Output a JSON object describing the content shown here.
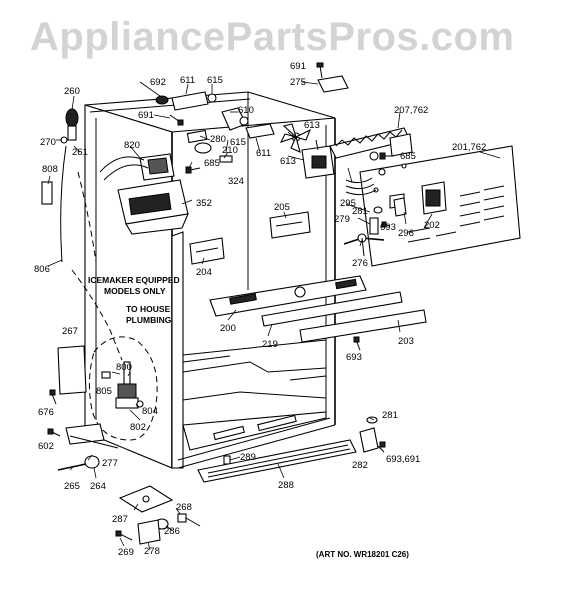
{
  "watermark": "AppliancePartsPros.com",
  "art_number": "(ART NO. WR18201 C26)",
  "notes": {
    "icemaker_line1": "ICEMAKER EQUIPPED",
    "icemaker_line2": "MODELS ONLY",
    "plumbing_line1": "TO HOUSE",
    "plumbing_line2": "PLUMBING"
  },
  "labels": {
    "p691_top": "691",
    "p275": "275",
    "p692": "692",
    "p611_top": "611",
    "p615_top": "615",
    "p610": "610",
    "p691_mid": "691",
    "p207": "207,762",
    "p260": "260",
    "p270": "270",
    "p261": "261",
    "p820": "820",
    "p280": "280",
    "p615_mid": "615",
    "p210": "210",
    "p611_mid": "611",
    "p613_a": "613",
    "p613_b": "613",
    "p685_right": "685",
    "p201": "201,762",
    "p685_left": "685",
    "p324": "324",
    "p808": "808",
    "p352": "352",
    "p295": "295",
    "p281_top": "281",
    "p279": "279",
    "p693_right": "693",
    "p296": "296",
    "p202": "202",
    "p205": "205",
    "p204": "204",
    "p276": "276",
    "p806": "806",
    "p267": "267",
    "p200": "200",
    "p219": "219",
    "p203": "203",
    "p693_mid": "693",
    "p800": "800",
    "p805": "805",
    "p804": "804",
    "p802": "802",
    "p676": "676",
    "p602": "602",
    "p281_bottom": "281",
    "p277": "277",
    "p282": "282",
    "p693_691": "693,691",
    "p289": "289",
    "p265": "265",
    "p264": "264",
    "p288": "288",
    "p287": "287",
    "p268": "268",
    "p286": "286",
    "p269": "269",
    "p278": "278"
  }
}
